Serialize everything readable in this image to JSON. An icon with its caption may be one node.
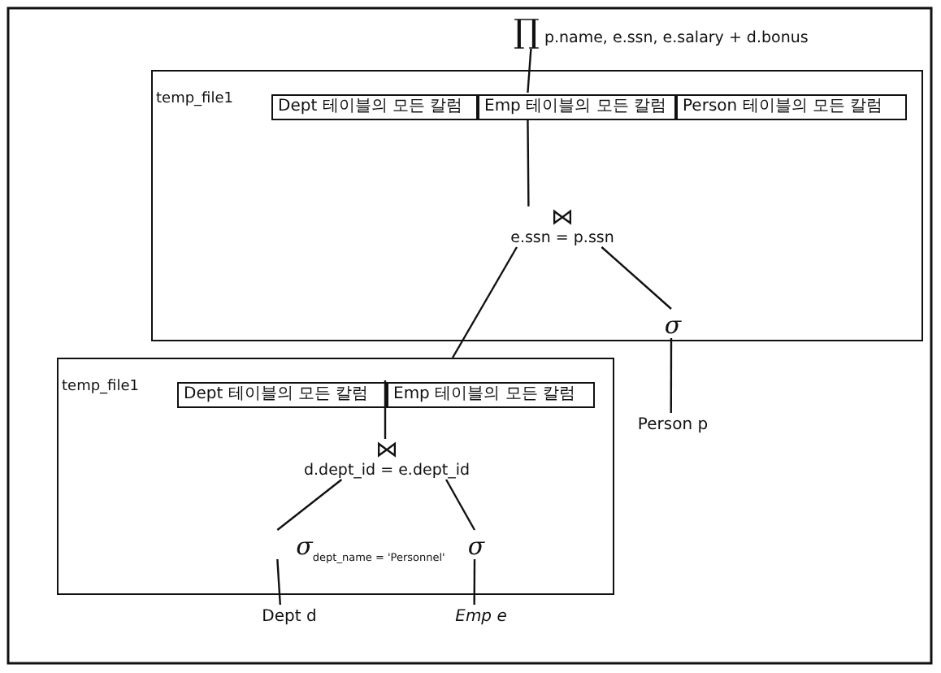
{
  "diagram": {
    "nodes": [
      {
        "text": [
          "∏ p.name, e.ssn, e.salary + d.bonus"
        ]
      },
      {
        "text": [
          "temp_file1"
        ]
      },
      {
        "text": [
          "Dept 테이블의 모든 칼럼"
        ],
        "in": 1
      },
      {
        "text": [
          "Emp 테이블의 모든 칼럼"
        ],
        "in": 1
      },
      {
        "text": [
          "Person 테이블의 모든 칼럼"
        ],
        "in": 1
      },
      {
        "text": [
          "⋈",
          "e.ssn = p.ssn"
        ],
        "in": 1
      },
      {
        "text": [
          "σ"
        ],
        "in": 1
      },
      {
        "text": [
          "Person p"
        ]
      },
      {
        "text": [
          "temp_file1"
        ]
      },
      {
        "text": [
          "Dept 테이블의 모든 칼럼"
        ],
        "in": 8
      },
      {
        "text": [
          "Emp 테이블의 모든 칼럼"
        ],
        "in": 8
      },
      {
        "text": [
          "⋈",
          "d.dept_id = e.dept_id"
        ],
        "in": 8
      },
      {
        "text": [
          "σ$_{dept_name = 'Personnel'}$"
        ],
        "in": 8
      },
      {
        "text": [
          "σ"
        ],
        "in": 8
      },
      {
        "text": [
          "Dept d"
        ]
      },
      {
        "text": [
          "Emp e"
        ]
      }
    ],
    "edges": [
      {
        "from": 3,
        "to": 0,
        "arrow": "none"
      },
      {
        "from": 5,
        "to": 3,
        "arrow": "none"
      },
      {
        "from": 5,
        "to": 8,
        "arrow": "none"
      },
      {
        "from": 5,
        "to": 6,
        "arrow": "none"
      },
      {
        "from": 6,
        "to": 7,
        "arrow": "none"
      },
      {
        "from": 11,
        "to": 10,
        "arrow": "none"
      },
      {
        "from": 11,
        "to": 12,
        "arrow": "none"
      },
      {
        "from": 11,
        "to": 13,
        "arrow": "none"
      },
      {
        "from": 12,
        "to": 14,
        "arrow": "none"
      },
      {
        "from": 13,
        "to": 15,
        "arrow": "none"
      }
    ]
  }
}
